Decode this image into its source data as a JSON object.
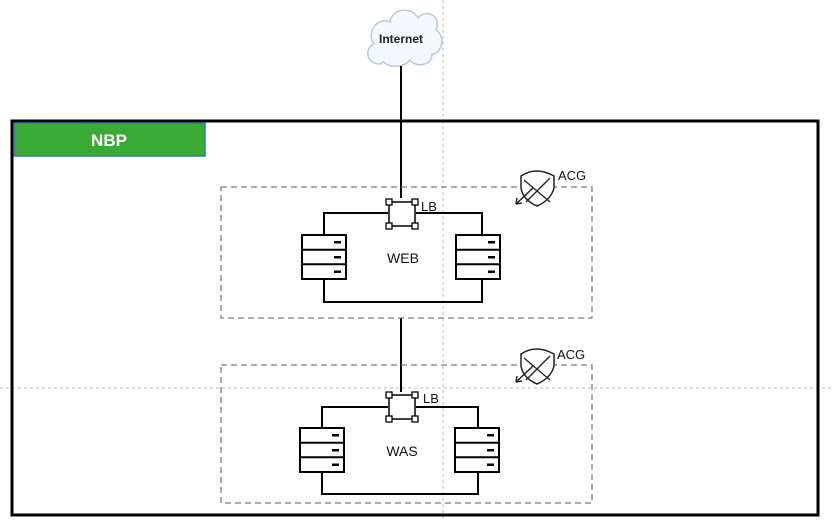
{
  "internet": {
    "label": "Internet"
  },
  "region": {
    "label": "NBP",
    "color": "#3aaa35"
  },
  "tiers": [
    {
      "name": "WEB",
      "lb_label": "LB",
      "acg_label": "ACG"
    },
    {
      "name": "WAS",
      "lb_label": "LB",
      "acg_label": "ACG"
    }
  ]
}
